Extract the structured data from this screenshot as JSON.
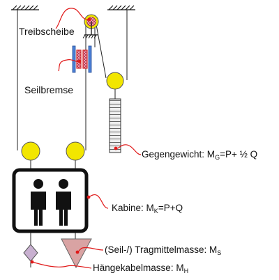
{
  "labels": {
    "traction_sheave": "Treibscheibe",
    "rope_brake": "Seilbremse",
    "counterweight": {
      "text": "Gegengewicht: M",
      "sub": "G",
      "formula": "=P+ ½ Q"
    },
    "cabin": {
      "text": "Kabine: M",
      "sub": "K",
      "formula": "=P+Q"
    },
    "suspension_mass": {
      "text": "(Seil-/) Tragmittelmasse: M",
      "sub": "S"
    },
    "hanging_cable_mass": {
      "text": "Hängekabelmasse: M",
      "sub": "H"
    }
  },
  "colors": {
    "pulley": "#f2e600",
    "sheave_fill": "#e6a3b4",
    "brake_pad": "#4a7fd6",
    "brake_coil": "#d62a2a",
    "counterweight_fill": "#eeeeee",
    "cabin_stroke": "#111111",
    "leader_line": "#e01818",
    "triangle_fill": "#d9a3a3",
    "diamond_fill": "#c8b0d0"
  },
  "icons": {
    "cabin_passengers": "two-person-icon",
    "ceiling": "hatched-ceiling-icon"
  }
}
